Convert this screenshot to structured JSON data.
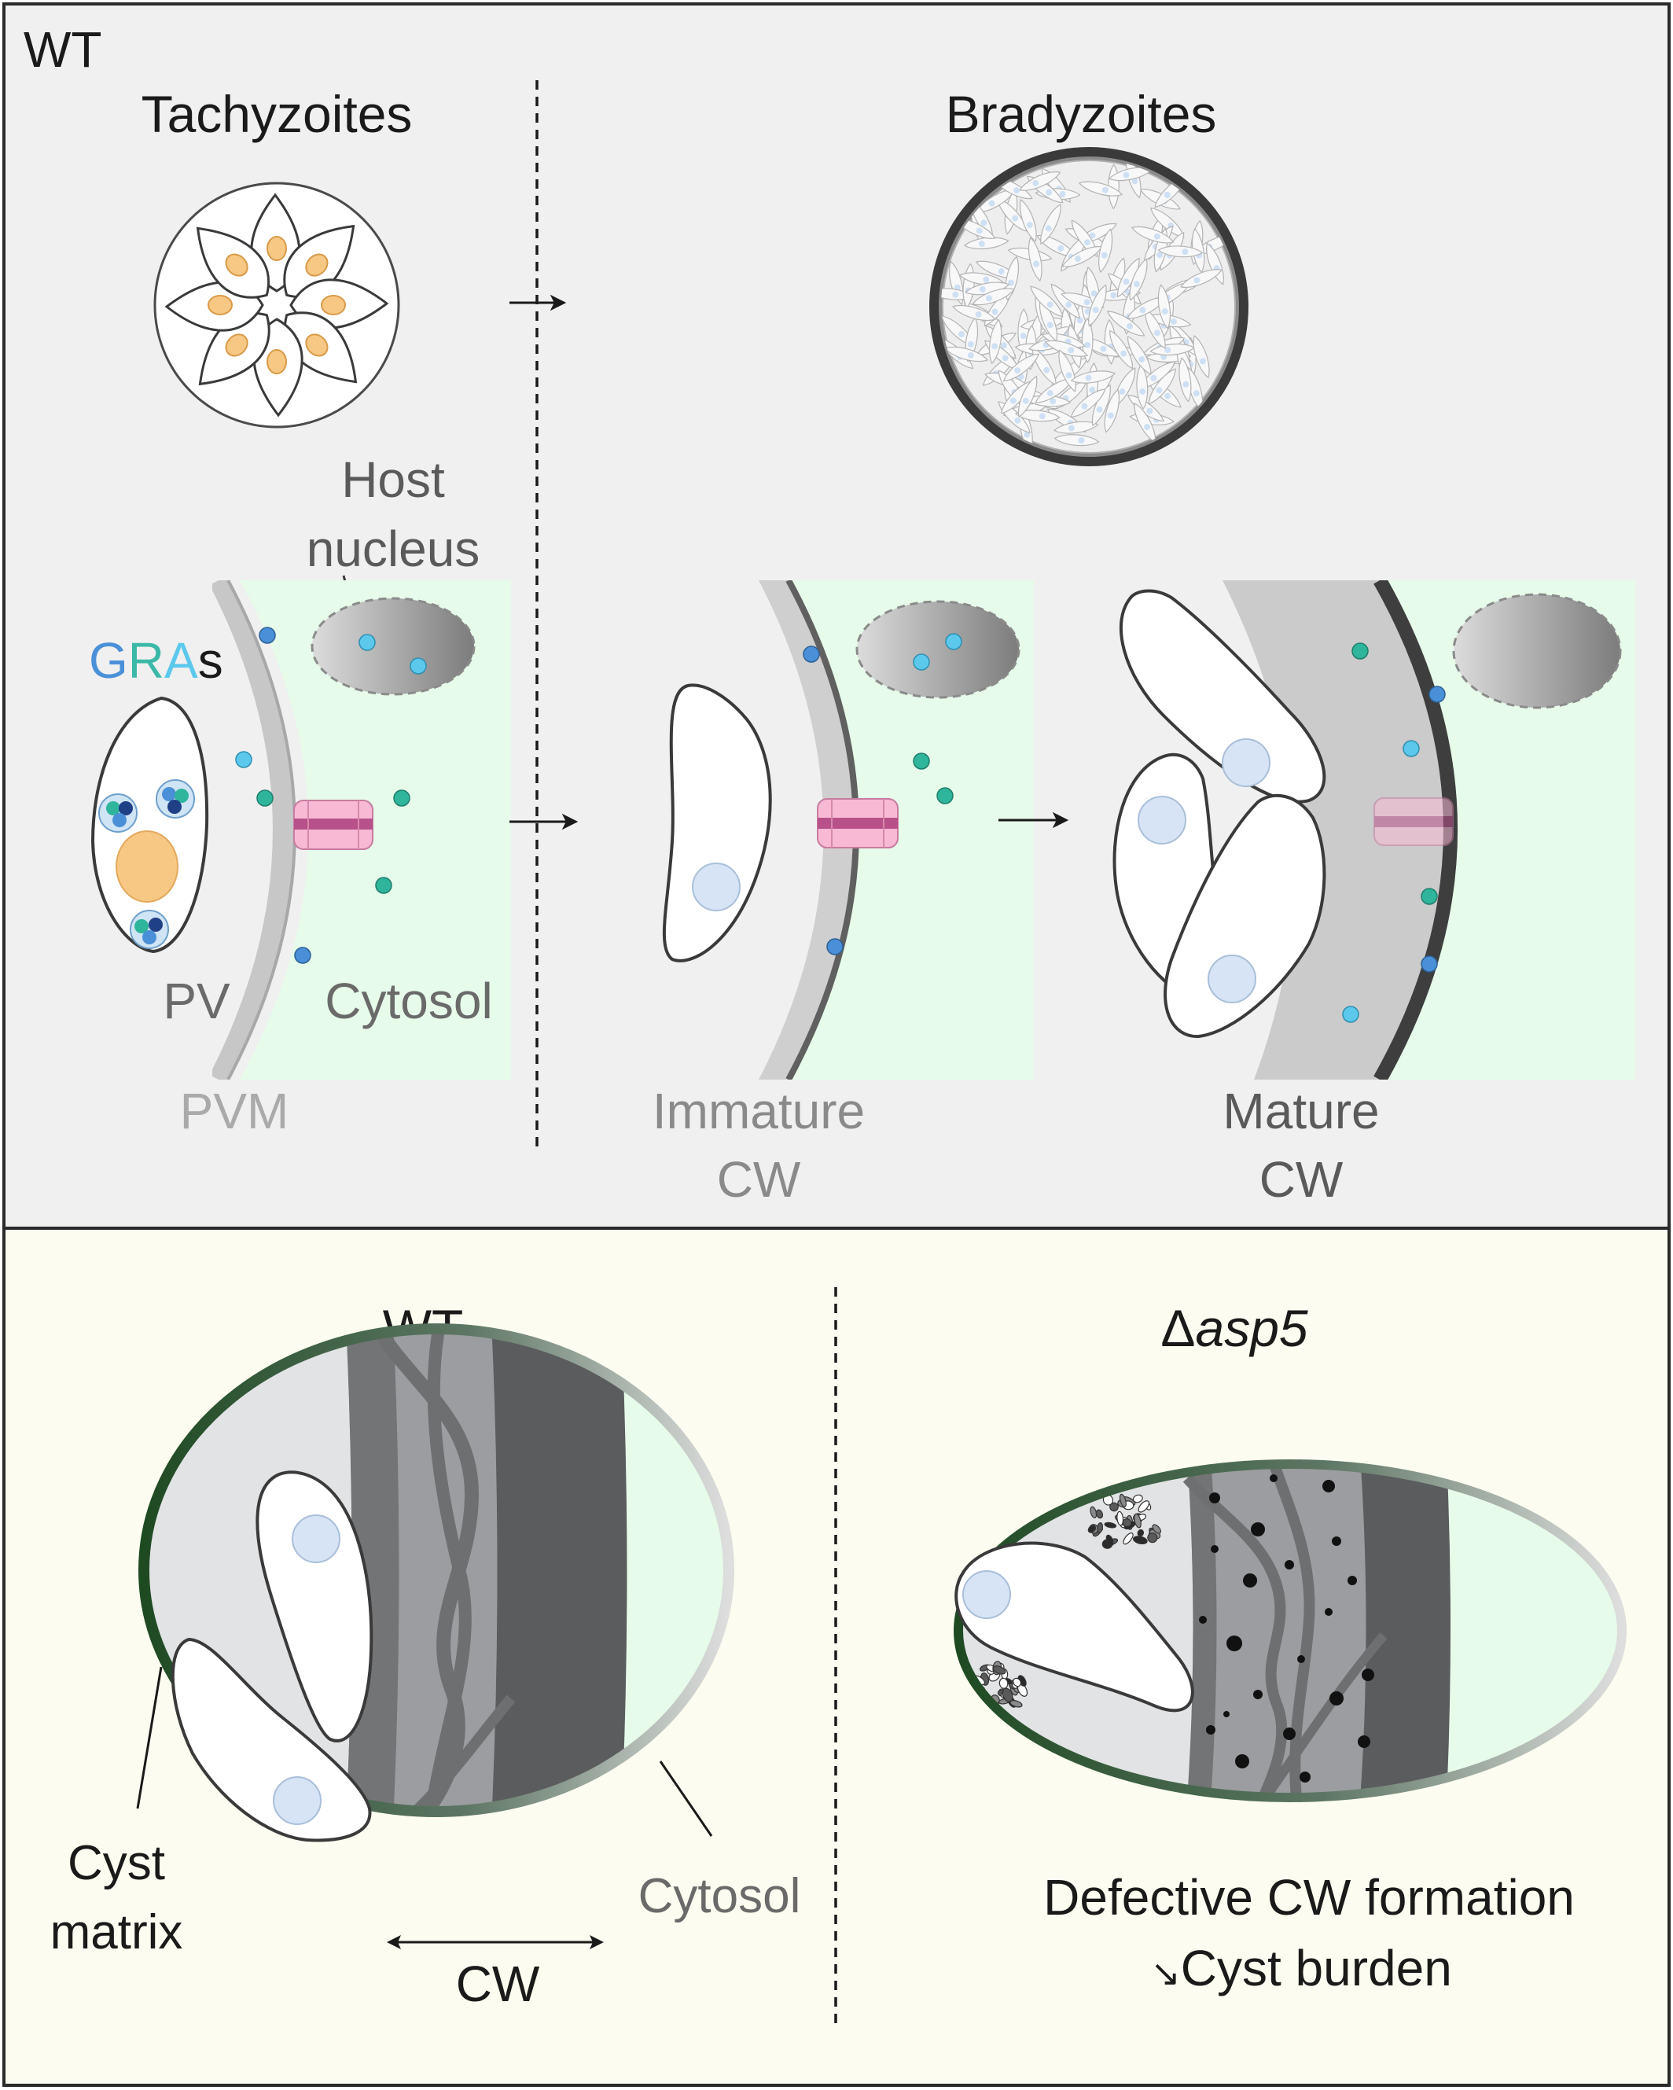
{
  "top_panel": {
    "corner_label": "WT",
    "tachyzoites_title": "Tachyzoites",
    "bradyzoites_title": "Bradyzoites",
    "host_nucleus_line1": "Host",
    "host_nucleus_line2": "nucleus",
    "gras": {
      "g": "G",
      "r": "R",
      "a": "A",
      "s": "s"
    },
    "pv_label": "PV",
    "cytosol_label": "Cytosol",
    "pvm_label": "PVM",
    "immature_cw_line1": "Immature",
    "immature_cw_line2": "CW",
    "mature_cw_line1": "Mature",
    "mature_cw_line2": "CW"
  },
  "bottom_panel": {
    "wt_title": "WT",
    "mutant_delta": "Δ",
    "mutant_name": "asp5",
    "cyst_matrix_line1": "Cyst",
    "cyst_matrix_line2": "matrix",
    "cytosol_label": "Cytosol",
    "cw_label": "CW",
    "defect_line1": "Defective CW formation",
    "defect_arrow": "↘",
    "defect_line2": "Cyst burden"
  },
  "colors": {
    "top_background": "#f0f0f0",
    "bottom_background": "#fcfcf0",
    "host_cytosol": "#e6fbea",
    "gra_dark_blue": "#4a90d9",
    "gra_light_blue": "#5cc8ec",
    "gra_teal": "#2fb59b",
    "gra_label_g": "#4a90d9",
    "gra_label_r": "#3bb8a8",
    "gra_label_a": "#5cc8ec",
    "nucleus_orange": "#f6c884",
    "nucleus_blue": "#d6e4f5",
    "pore_pink": "#f2a6c8",
    "gray_text": "#6a6a6a",
    "light_gray_text": "#aaaaaa"
  },
  "icons": [
    "right-arrow-icon",
    "double-arrow-icon",
    "diagonal-down-arrow-icon"
  ]
}
